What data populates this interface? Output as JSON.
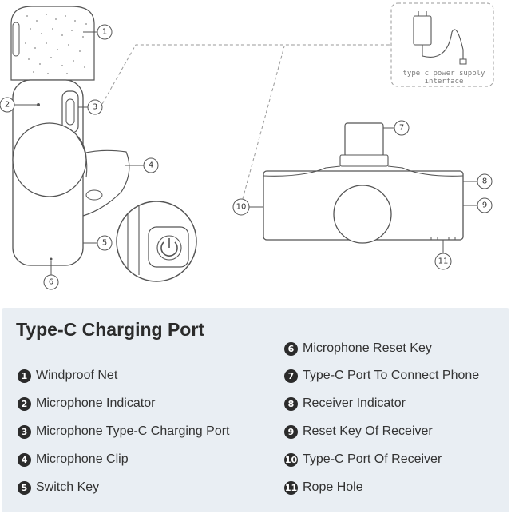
{
  "inset": {
    "label_line1": "type c power supply",
    "label_line2": "interface"
  },
  "callouts": [
    "1",
    "2",
    "3",
    "4",
    "5",
    "6",
    "7",
    "8",
    "9",
    "10",
    "11"
  ],
  "legend": {
    "title": "Type-C Charging Port",
    "items": [
      {
        "number": "1",
        "label": "Windproof Net"
      },
      {
        "number": "2",
        "label": "Microphone Indicator"
      },
      {
        "number": "3",
        "label": "Microphone Type-C Charging Port"
      },
      {
        "number": "4",
        "label": "Microphone Clip"
      },
      {
        "number": "5",
        "label": "Switch Key"
      },
      {
        "number": "6",
        "label": "Microphone Reset Key"
      },
      {
        "number": "7",
        "label": "Type-C Port To Connect Phone"
      },
      {
        "number": "8",
        "label": "Receiver Indicator"
      },
      {
        "number": "9",
        "label": "Reset Key Of Receiver"
      },
      {
        "number": "10",
        "label": "Type-C Port Of Receiver"
      },
      {
        "number": "11",
        "label": "Rope Hole"
      }
    ]
  },
  "colors": {
    "line": "#555555",
    "legend_bg": "#e9eef3"
  }
}
